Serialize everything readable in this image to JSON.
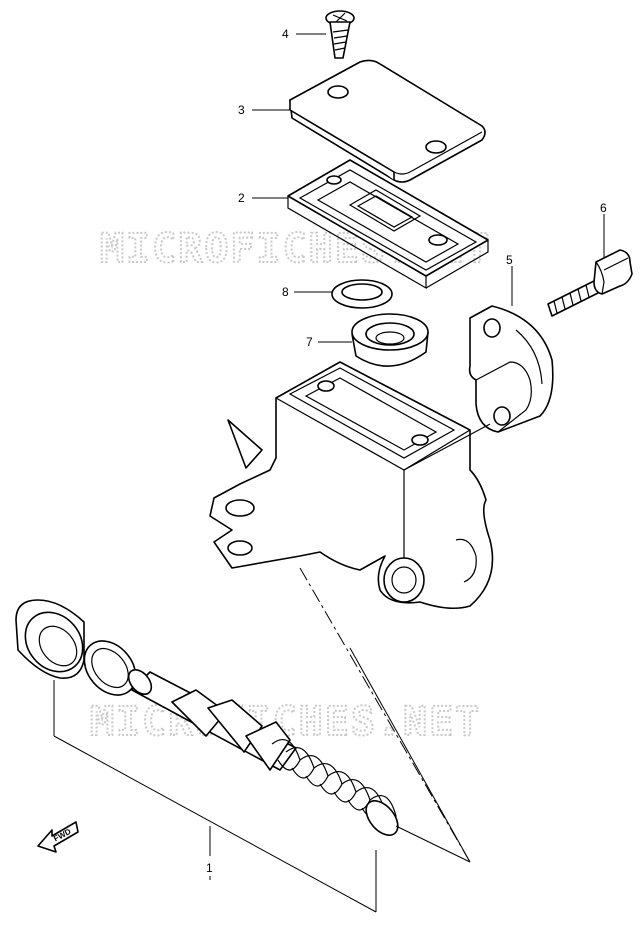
{
  "watermark": {
    "text": "MICROFICHES.NET"
  },
  "fwd_label": "FWD",
  "callouts": [
    {
      "id": "1",
      "label": "1"
    },
    {
      "id": "2",
      "label": "2"
    },
    {
      "id": "3",
      "label": "3"
    },
    {
      "id": "4",
      "label": "4"
    },
    {
      "id": "5",
      "label": "5"
    },
    {
      "id": "6",
      "label": "6"
    },
    {
      "id": "7",
      "label": "7"
    },
    {
      "id": "8",
      "label": "8"
    }
  ],
  "colors": {
    "line": "#000000",
    "watermark": "#c9c9c9",
    "background": "#ffffff"
  }
}
